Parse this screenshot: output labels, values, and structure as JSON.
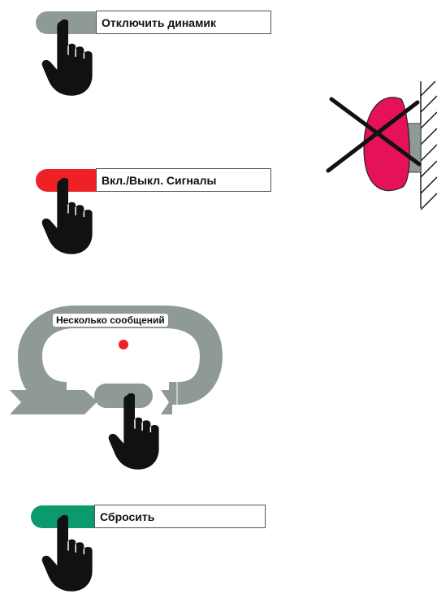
{
  "buttons": {
    "mute_speaker": {
      "label": "Отключить динамик",
      "color": "#8e9998"
    },
    "signals_toggle": {
      "label": "Вкл./Выкл. Сигналы",
      "color": "#ee2127"
    },
    "reset": {
      "label": "Сбросить",
      "color": "#0a9a6e"
    }
  },
  "loop": {
    "label": "Несколько сообщений",
    "loop_color": "#8e9998",
    "dot_color": "#ee2127"
  },
  "prohibition": {
    "lens_color": "#e5115a",
    "housing_color": "#8e9998"
  },
  "icons": [
    "pointing-hand-icon",
    "cross-out-icon",
    "cycle-arrow-icon",
    "indicator-dot-icon"
  ]
}
